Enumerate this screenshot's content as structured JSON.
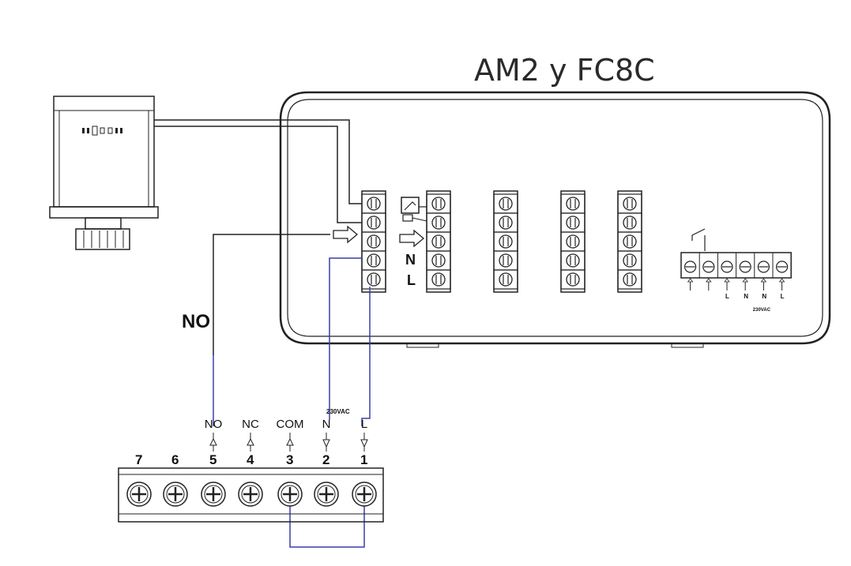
{
  "title": "AM2 y FC8C",
  "wire_label_no": "NO",
  "controller_labels": {
    "n": "N",
    "l": "L"
  },
  "relay_terminals": [
    {
      "num": "7",
      "label": ""
    },
    {
      "num": "6",
      "label": ""
    },
    {
      "num": "5",
      "label": "NO"
    },
    {
      "num": "4",
      "label": "NC"
    },
    {
      "num": "3",
      "label": "COM"
    },
    {
      "num": "2",
      "label": "N"
    },
    {
      "num": "1",
      "label": "L"
    }
  ],
  "voltage_label": "230VAC",
  "power_block_labels": [
    "L",
    "N",
    "N",
    "L"
  ],
  "power_block_sublabel": "230VAC",
  "colors": {
    "line": "#222222",
    "wire": "#3a3fa8"
  }
}
